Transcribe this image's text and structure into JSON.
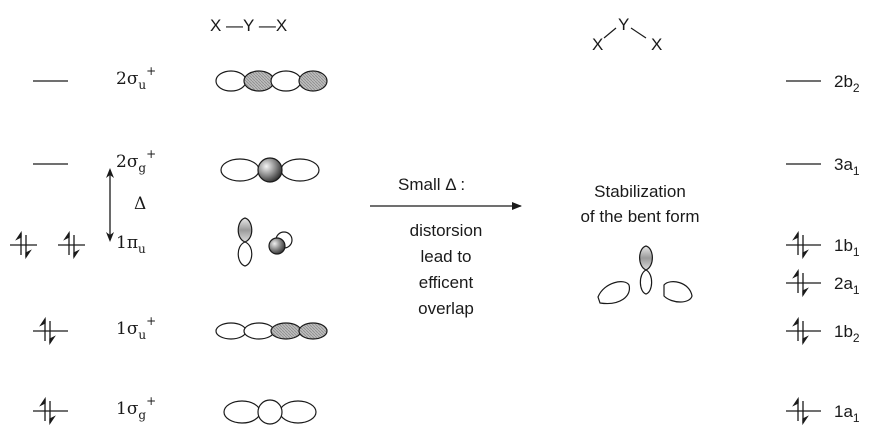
{
  "linear": {
    "header": "X —Y —X",
    "levels": [
      {
        "main": "2σ",
        "sub": "u",
        "sup": "+"
      },
      {
        "main": "2σ",
        "sub": "g",
        "sup": "+"
      },
      {
        "main": "1π",
        "sub": "u",
        "sup": ""
      },
      {
        "main": "1σ",
        "sub": "u",
        "sup": "+"
      },
      {
        "main": "1σ",
        "sub": "g",
        "sup": "+"
      }
    ],
    "gap_label": "Δ"
  },
  "middle": {
    "arrow_top": "Small Δ :",
    "arrow_bottom": [
      "distorsion",
      "lead to",
      "efficent",
      "overlap"
    ]
  },
  "bent": {
    "header_y": "Y",
    "header_x_left": "X",
    "header_x_right": "X",
    "stabilization": [
      "Stabilization",
      "of the bent form"
    ],
    "levels": [
      {
        "main": "2b",
        "sub": "2"
      },
      {
        "main": "3a",
        "sub": "1"
      },
      {
        "main": "1b",
        "sub": "1"
      },
      {
        "main": "2a",
        "sub": "1"
      },
      {
        "main": "1b",
        "sub": "2"
      },
      {
        "main": "1a",
        "sub": "1"
      }
    ]
  },
  "colors": {
    "ink": "#1a1a1a",
    "shade_light": "#f2f2f2",
    "shade_dark": "#555555"
  }
}
